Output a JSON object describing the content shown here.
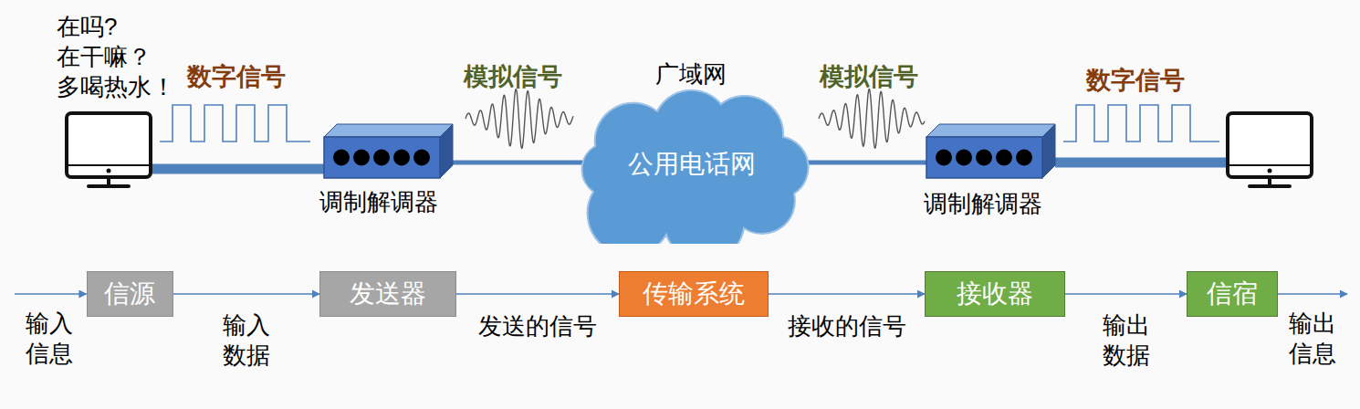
{
  "diagram": {
    "nodes": [
      {
        "text": [
          "公用电话网"
        ]
      },
      {
        "text": [
          "信源"
        ]
      },
      {
        "text": [
          "发送器"
        ]
      },
      {
        "text": [
          "传输系统"
        ]
      },
      {
        "text": [
          "接收器"
        ]
      },
      {
        "text": [
          "信宿"
        ]
      }
    ],
    "edges": [
      {
        "from": 1,
        "to": 2,
        "arrow": "to",
        "label": "输入数据"
      },
      {
        "from": 2,
        "to": 3,
        "arrow": "to",
        "label": "发送的信号"
      },
      {
        "from": 3,
        "to": 4,
        "arrow": "to",
        "label": "接收的信号"
      },
      {
        "from": 4,
        "to": 5,
        "arrow": "to",
        "label": "输出数据"
      }
    ],
    "labels": [
      "在吗?",
      "在干嘛？",
      "多喝热水！",
      "数字信号",
      "模拟信号",
      "广域网",
      "模拟信号",
      "数字信号",
      "调制解调器",
      "调制解调器",
      "输入信息",
      "输出信息"
    ]
  }
}
